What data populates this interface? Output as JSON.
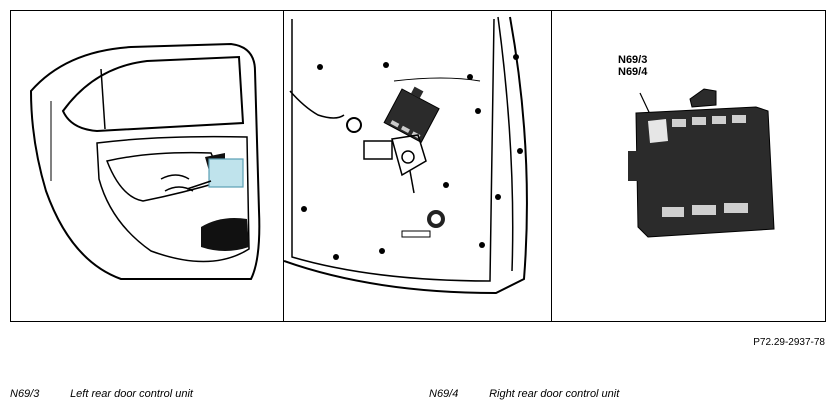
{
  "figure": {
    "callout_label_1": "N69/3",
    "callout_label_2": "N69/4",
    "reference_code": "P72.29-2937-78",
    "accent_color": "#bfe3ec",
    "module_color": "#2b2b2b"
  },
  "legend": [
    {
      "code": "N69/3",
      "description": "Left rear door control unit"
    },
    {
      "code": "N69/4",
      "description": "Right rear door control unit"
    }
  ],
  "icons": {
    "panel_1": "rear-door-exterior-icon",
    "panel_2": "door-inner-panel-icon",
    "panel_3": "control-unit-module-icon"
  }
}
